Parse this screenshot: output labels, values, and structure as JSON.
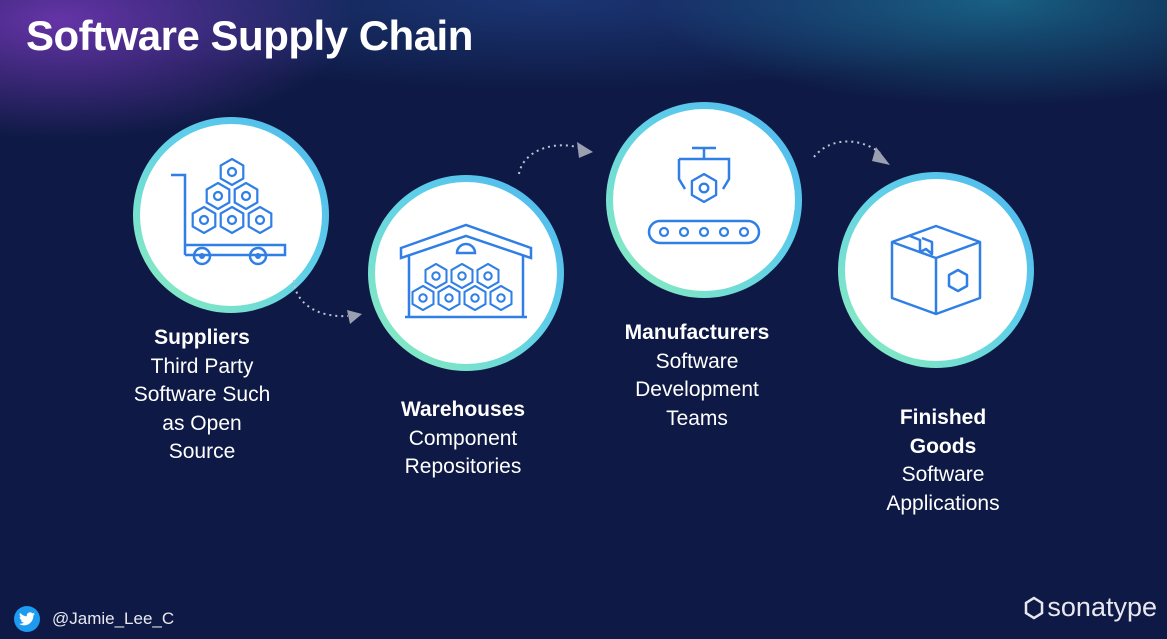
{
  "title": "Software Supply Chain",
  "steps": [
    {
      "heading": "Suppliers",
      "lines": [
        "Third Party",
        "Software Such",
        "as Open",
        "Source"
      ]
    },
    {
      "heading": "Warehouses",
      "lines": [
        "Component",
        "Repositories"
      ]
    },
    {
      "heading": "Manufacturers",
      "lines": [
        "Software",
        "Development",
        "Teams"
      ]
    },
    {
      "heading": "Finished",
      "heading2": "Goods",
      "lines": [
        "Software",
        "Applications"
      ]
    }
  ],
  "footer": {
    "handle": "@Jamie_Lee_C",
    "brand": "sonatype"
  },
  "colors": {
    "background": "#0e1a45",
    "icon": "#2f7fe6",
    "ring": "#5fd0e8"
  }
}
